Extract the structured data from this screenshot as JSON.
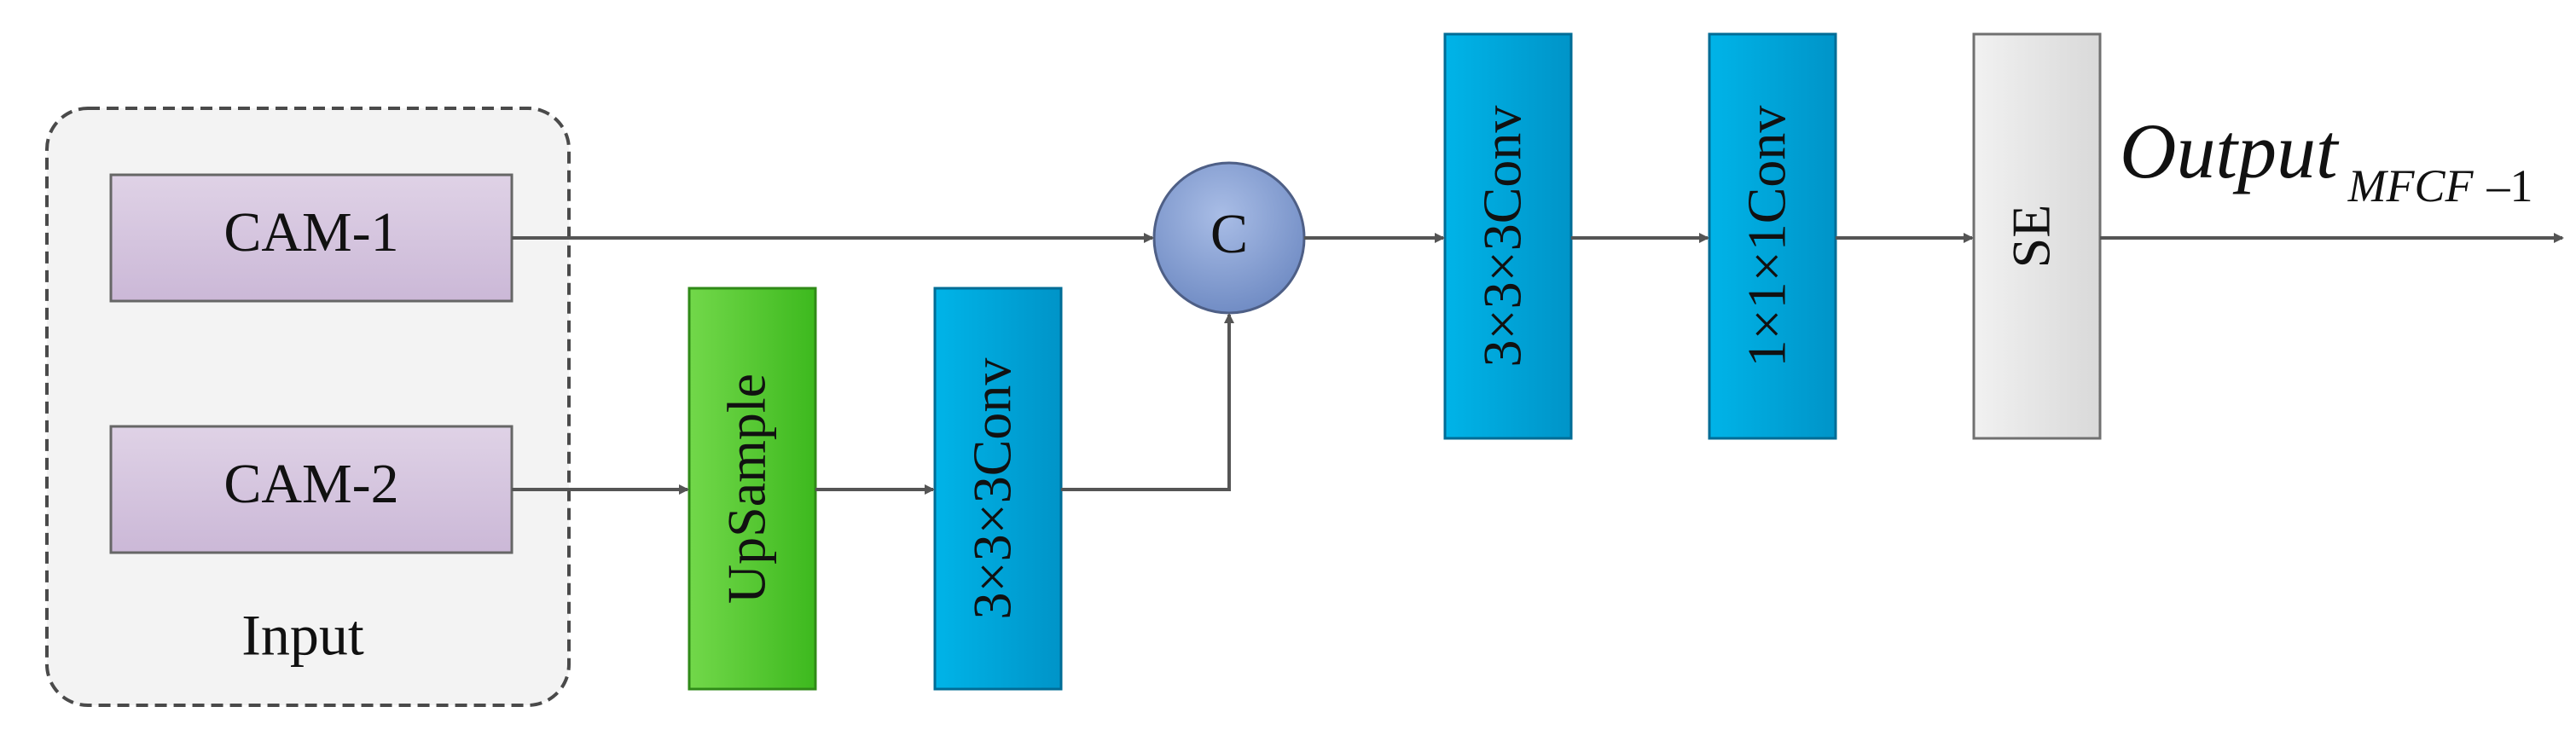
{
  "input_group": {
    "label": "Input",
    "items": [
      {
        "label": "CAM-1"
      },
      {
        "label": "CAM-2"
      }
    ]
  },
  "blocks": {
    "upsample": "UpSample",
    "conv3_branch": "3×3×3Conv",
    "concat": "C",
    "conv3_main": "3×3×3Conv",
    "conv1_main": "1×1×1Conv",
    "se": "SE"
  },
  "output": {
    "label": "Output",
    "subscript": "MFCF",
    "suffix": "–1"
  },
  "colors": {
    "cam_fill": "#d8c8df",
    "upsample_fill": "#55cc2a",
    "conv_fill": "#00a7d8",
    "concat_fill": "#7f9bd0",
    "se_fill": "#e7e7e7",
    "group_fill": "#f3f3f3",
    "line": "#555555"
  }
}
